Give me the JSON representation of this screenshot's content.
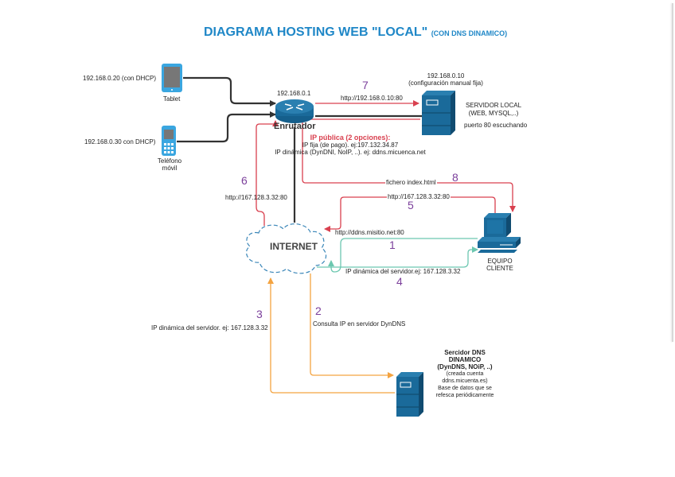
{
  "title": {
    "main": "DIAGRAMA HOSTING WEB  \"LOCAL\"",
    "sub": "(CON DNS DINAMICO)"
  },
  "devices": {
    "tablet": {
      "label": "Tablet",
      "ip": "192.168.0.20 (con DHCP)",
      "icon": "tablet-icon"
    },
    "phone": {
      "label_line1": "Teléfono",
      "label_line2": "móvil",
      "ip": "192.168.0.30 con DHCP)",
      "icon": "mobile-phone-icon"
    },
    "router": {
      "label": "Enrutador",
      "ip": "192.168.0.1",
      "icon": "router-icon"
    },
    "local_server": {
      "ip": "192.168.0.10",
      "ip_note": "(configuración manual fija)",
      "label_line1": "SERVIDOR LOCAL",
      "label_line2": "(WEB, MYSQL,..)",
      "port_note": "puerto 80 escuchando",
      "icon": "server-icon"
    },
    "internet": {
      "label": "INTERNET",
      "icon": "cloud-icon"
    },
    "client": {
      "label_line1": "EQUIPO",
      "label_line2": "CLIENTE",
      "icon": "desktop-computer-icon"
    },
    "dns_server": {
      "title_line1": "Sercidor DNS",
      "title_line2": "DINAMICO",
      "title_line3": "(DynDNS, NOiP, ..)",
      "note_line1": "(creada cuenta",
      "note_line2": "ddns.micuenta.es)",
      "note_line3": "Base de datos que se",
      "note_line4": "refesca periódicamente",
      "icon": "server-icon"
    }
  },
  "public_ip": {
    "heading": "IP pública (2 opciones):",
    "option1": "IP fija (de pago). ej:197.132.34.87",
    "option2": "IP dinámica (DynDNI, NoIP, ..). ej: ddns.micuenca.net"
  },
  "steps": [
    {
      "number": "1",
      "label": "http://ddns.misitio.net:80"
    },
    {
      "number": "2",
      "label": "Consulta IP en servidor DynDNS"
    },
    {
      "number": "3",
      "label": "IP dinámica del servidor. ej: 167.128.3.32"
    },
    {
      "number": "4",
      "label": "IP dinámica del servidor.ej: 167.128.3.32"
    },
    {
      "number": "5",
      "label": "http://167.128.3.32:80"
    },
    {
      "number": "6",
      "label": "http://167.128.3.32:80"
    },
    {
      "number": "7",
      "label": "http://192.168.0.10:80"
    },
    {
      "number": "8",
      "label": "fichero index.html"
    }
  ],
  "colors": {
    "title": "#1f87c7",
    "device_blue": "#1a6a9a",
    "device_light_blue": "#3aa6e0",
    "red_link": "#d9404f",
    "teal_link": "#6cc7b0",
    "orange_link": "#f4a340",
    "lan_link": "#333333",
    "step_number": "#7b3f9b",
    "cloud_dash": "#3a86b8"
  }
}
